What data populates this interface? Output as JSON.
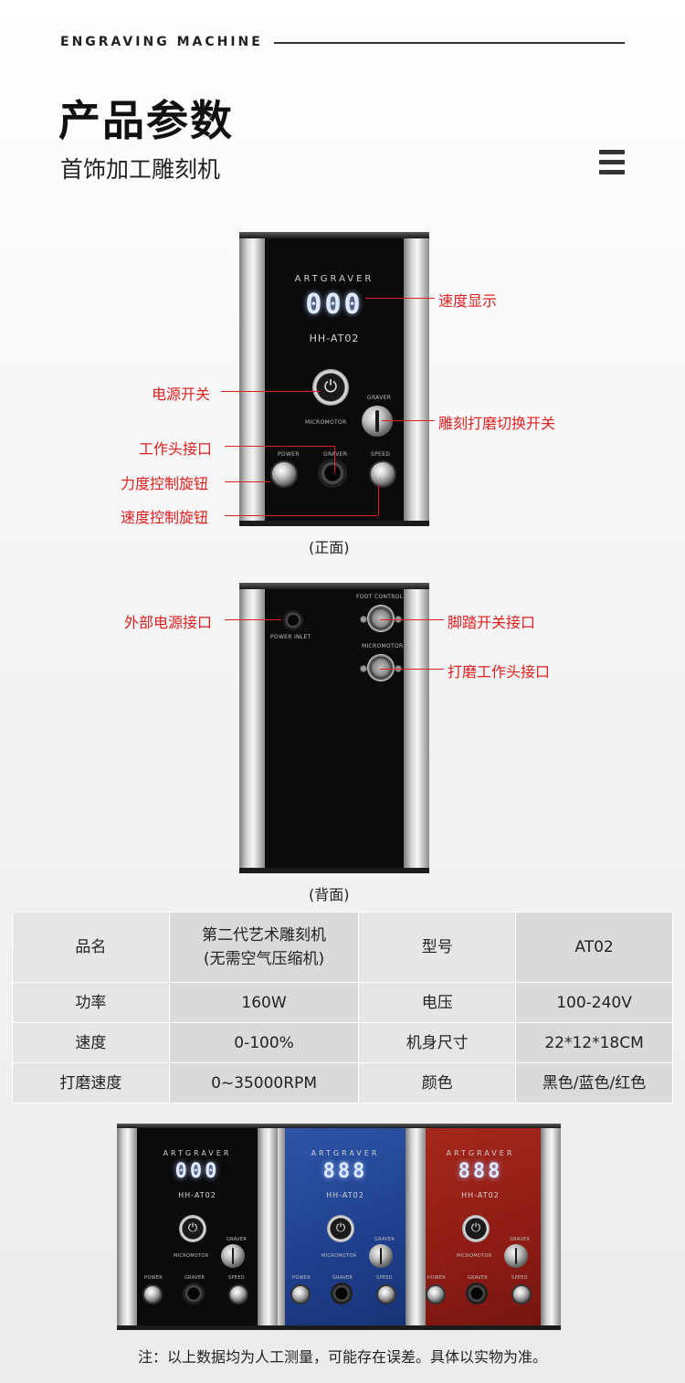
{
  "header": {
    "eyebrow": "ENGRAVING MACHINE",
    "title": "产品参数",
    "subtitle": "首饰加工雕刻机"
  },
  "device_front": {
    "brand": "ARTGRAVER",
    "display": "000",
    "model": "HH-AT02",
    "label_micromotor": "MICROMOTOR",
    "label_graver_switch": "GRAVER",
    "label_power": "POWER",
    "label_graver": "GRAVER",
    "label_speed": "SPEED"
  },
  "device_back": {
    "label_power_inlet": "POWER INLET",
    "label_foot_control": "FOOT CONTROL",
    "label_micromotor": "MICROMOTOR"
  },
  "callouts_front": {
    "speed_display": "速度显示",
    "power_switch": "电源开关",
    "mode_switch": "雕刻打磨切换开关",
    "tool_port": "工作头接口",
    "force_knob": "力度控制旋钮",
    "speed_knob": "速度控制旋钮"
  },
  "callouts_back": {
    "external_power": "外部电源接口",
    "foot_switch": "脚踏开关接口",
    "grinding_tool_port": "打磨工作头接口"
  },
  "captions": {
    "front": "(正面)",
    "back": "(背面)"
  },
  "specs": {
    "rows": [
      [
        "品名",
        "第二代艺术雕刻机\n(无需空气压缩机)",
        "型号",
        "AT02"
      ],
      [
        "功率",
        "160W",
        "电压",
        "100-240V"
      ],
      [
        "速度",
        "0-100%",
        "机身尺寸",
        "22*12*18CM"
      ],
      [
        "打磨速度",
        "0~35000RPM",
        "颜色",
        "黑色/蓝色/红色"
      ]
    ]
  },
  "variants": [
    {
      "color": "#0b0b0b",
      "brand": "ARTGRAVER",
      "display": "000",
      "model": "HH-AT02",
      "label_graver": "GRAVER",
      "label_micromotor": "MICROMOTOR",
      "label_power": "POWER",
      "label_graver2": "GRAVER",
      "label_speed": "SPEED"
    },
    {
      "color": "#1e3f8c",
      "brand": "ARTGRAVER",
      "display": "888",
      "model": "HH-AT02",
      "label_graver": "GRAVER",
      "label_micromotor": "MICROMOTOR",
      "label_power": "POWER",
      "label_graver2": "GRAVER",
      "label_speed": "SPEED"
    },
    {
      "color": "#8d1c14",
      "brand": "ARTGRAVER",
      "display": "888",
      "model": "HH-AT02",
      "label_graver": "GRAVER",
      "label_micromotor": "MICROMOTOR",
      "label_power": "POWER",
      "label_graver2": "GRAVER",
      "label_speed": "SPEED"
    }
  ],
  "footnote": "注：以上数据均为人工测量，可能存在误差。具体以实物为准。",
  "colors": {
    "callout": "#e02020",
    "panel_black": "#0b0b0b",
    "panel_blue": "#1e3f8c",
    "panel_red": "#8d1c14"
  }
}
